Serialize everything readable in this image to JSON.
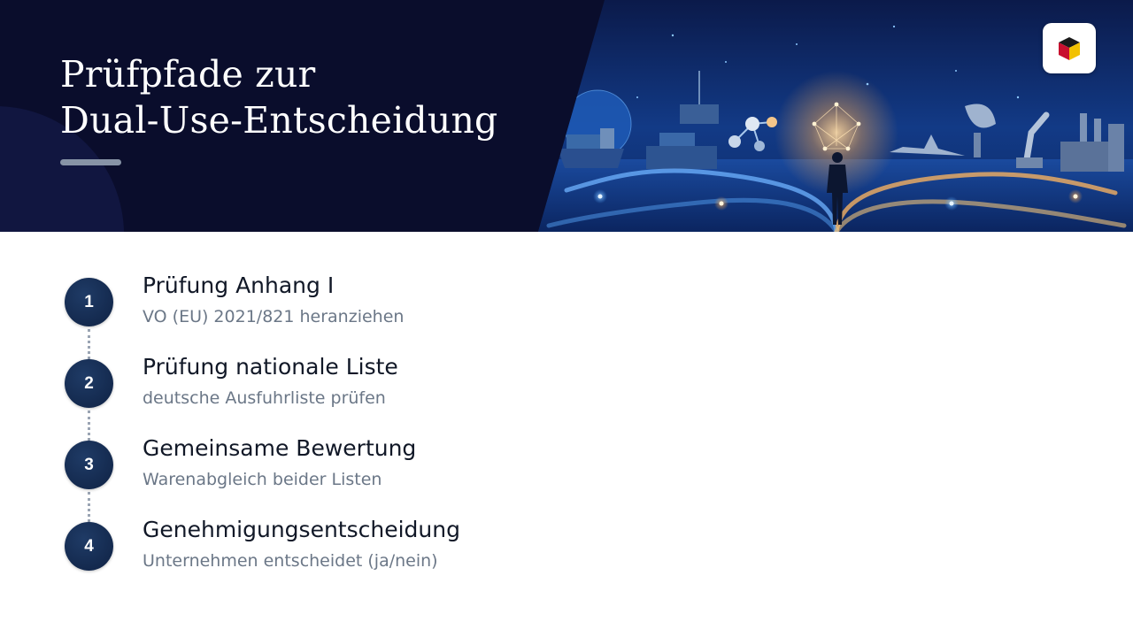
{
  "header": {
    "title_line1": "Prüfpfade zur",
    "title_line2": "Dual-Use-Entscheidung"
  },
  "icons": {
    "logo": "cube-logo-icon",
    "hero": "dual-use-paths-illustration"
  },
  "colors": {
    "header_bg": "#0a0d2c",
    "step_circle": "#142a4d",
    "title_text": "#111827",
    "subtitle_text": "#6b7787"
  },
  "steps": [
    {
      "number": "1",
      "title": "Prüfung Anhang I",
      "subtitle": "VO (EU) 2021/821 heranziehen"
    },
    {
      "number": "2",
      "title": "Prüfung nationale Liste",
      "subtitle": "deutsche Ausfuhrliste prüfen"
    },
    {
      "number": "3",
      "title": "Gemeinsame Bewertung",
      "subtitle": "Warenabgleich beider Listen"
    },
    {
      "number": "4",
      "title": "Genehmigungsentscheidung",
      "subtitle": "Unternehmen entscheidet (ja/nein)"
    }
  ]
}
